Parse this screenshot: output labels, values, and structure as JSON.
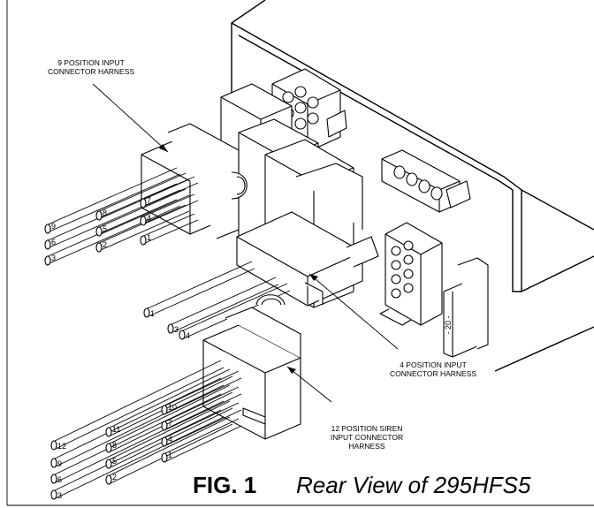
{
  "labels": {
    "harness9": [
      "9 POSITION INPUT",
      "CONNECTOR HARNESS"
    ],
    "harness4": [
      "4 POSITION INPUT",
      "CONNECTOR HARNESS"
    ],
    "harness12": [
      "12 POSITION SIREN",
      "INPUT CONNECTOR",
      "HARNESS"
    ]
  },
  "unit_marking": "- 20 -",
  "pins": {
    "harness9": [
      "9",
      "8",
      "7",
      "6",
      "5",
      "4",
      "3",
      "2",
      "1"
    ],
    "harness4": [
      "1",
      "3",
      "4"
    ],
    "harness12": [
      "12",
      "11",
      "10",
      "9",
      "8",
      "7",
      "6",
      "5",
      "4",
      "3",
      "2",
      "1"
    ]
  },
  "caption": {
    "number": "FIG. 1",
    "text": "Rear View of 295HFS5"
  }
}
